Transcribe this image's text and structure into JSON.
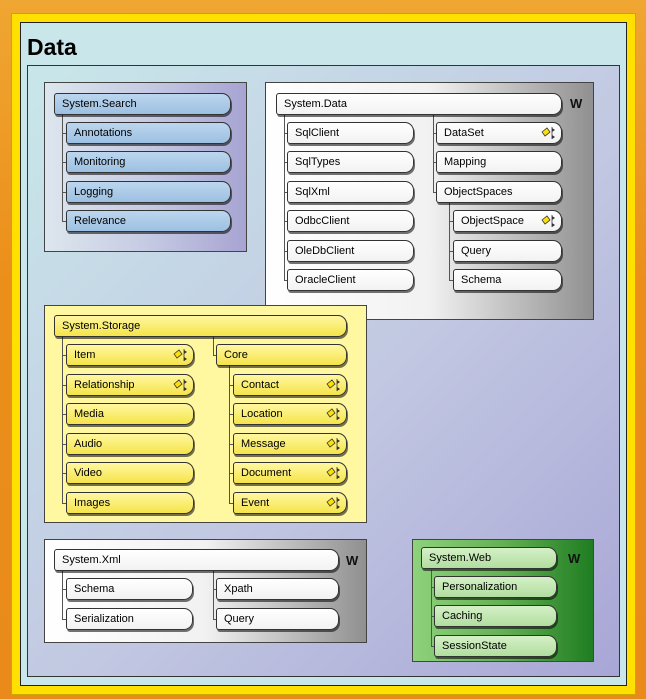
{
  "title": "Data",
  "search": {
    "name": "System.Search",
    "items": [
      "Annotations",
      "Monitoring",
      "Logging",
      "Relevance"
    ]
  },
  "data_ns": {
    "name": "System.Data",
    "badge": "W",
    "left_items": [
      "SqlClient",
      "SqlTypes",
      "SqlXml",
      "OdbcClient",
      "OleDbClient",
      "OracleClient"
    ],
    "right_items": [
      "DataSet",
      "Mapping",
      "ObjectSpaces"
    ],
    "objectspaces_items": [
      "ObjectSpace",
      "Query",
      "Schema"
    ]
  },
  "storage": {
    "name": "System.Storage",
    "left_items": [
      "Item",
      "Relationship",
      "Media",
      "Audio",
      "Video",
      "Images"
    ],
    "core": "Core",
    "core_items": [
      "Contact",
      "Location",
      "Message",
      "Document",
      "Event"
    ]
  },
  "xml": {
    "name": "System.Xml",
    "badge": "W",
    "left_items": [
      "Schema",
      "Serialization"
    ],
    "right_items": [
      "Xpath",
      "Query"
    ]
  },
  "web": {
    "name": "System.Web",
    "badge": "W",
    "items": [
      "Personalization",
      "Caching",
      "SessionState"
    ]
  },
  "icons": {
    "type_icon": "class-type-icon"
  },
  "colors": {
    "frame_yellow": "#ffe000",
    "orange_bg": "#eb8f1a",
    "search_pill": "#9dc0e2",
    "storage_pill": "#f5e44a",
    "web_pill": "#b2dea0"
  }
}
